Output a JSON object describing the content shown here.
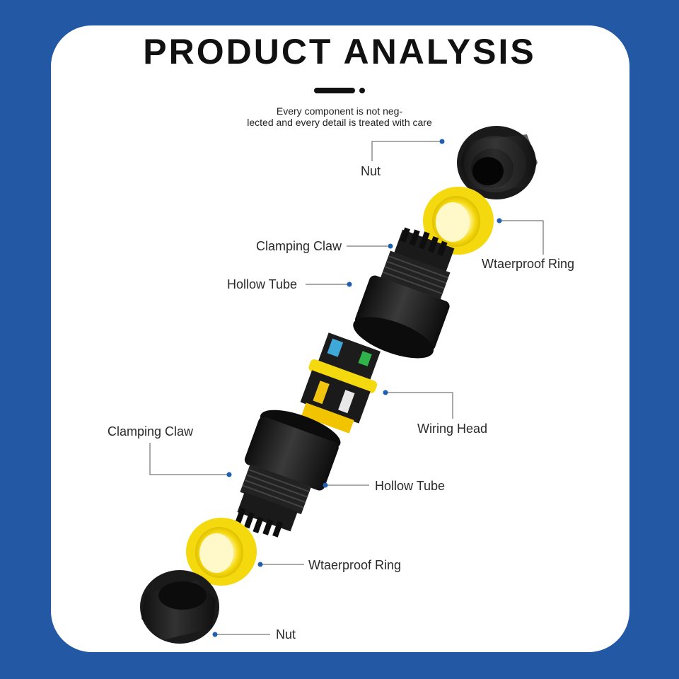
{
  "header": {
    "title": "PRODUCT ANALYSIS",
    "subtitle_line1": "Every component is not neg-",
    "subtitle_line2": "lected and every detail is treated with care"
  },
  "labels": {
    "nut_top": "Nut",
    "waterproof_ring_top": "Wtaerproof Ring",
    "clamping_claw_top": "Clamping Claw",
    "hollow_tube_top": "Hollow Tube",
    "wiring_head": "Wiring Head",
    "clamping_claw_bottom": "Clamping Claw",
    "hollow_tube_bottom": "Hollow Tube",
    "waterproof_ring_bottom": "Wtaerproof Ring",
    "nut_bottom": "Nut"
  },
  "colors": {
    "background": "#2358a4",
    "card": "#ffffff",
    "leader_dot": "#1f5fb0",
    "ring_yellow": "#f5d90f",
    "part_black": "#1a1a1a"
  }
}
